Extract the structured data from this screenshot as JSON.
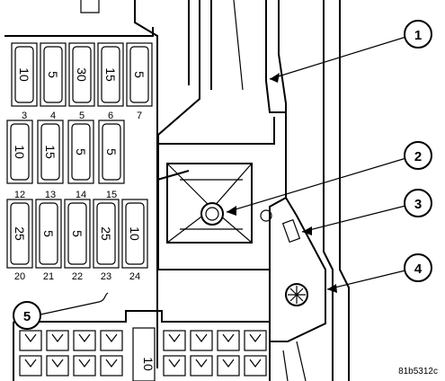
{
  "fuses_row1": [
    {
      "rating": "10",
      "number": "3"
    },
    {
      "rating": "5",
      "number": "4"
    },
    {
      "rating": "30",
      "number": "5"
    },
    {
      "rating": "15",
      "number": "6"
    },
    {
      "rating": "5",
      "number": "7"
    }
  ],
  "fuses_row2": [
    {
      "rating": "10",
      "number": "12"
    },
    {
      "rating": "15",
      "number": "13"
    },
    {
      "rating": "5",
      "number": "14"
    },
    {
      "rating": "5",
      "number": "15"
    }
  ],
  "fuses_row3": [
    {
      "rating": "25",
      "number": "20"
    },
    {
      "rating": "5",
      "number": "21"
    },
    {
      "rating": "5",
      "number": "22"
    },
    {
      "rating": "25",
      "number": "23"
    },
    {
      "rating": "10",
      "number": "24"
    }
  ],
  "relay_label": "10",
  "callouts": [
    "1",
    "2",
    "3",
    "4",
    "5"
  ],
  "figure_code": "81b5312c"
}
